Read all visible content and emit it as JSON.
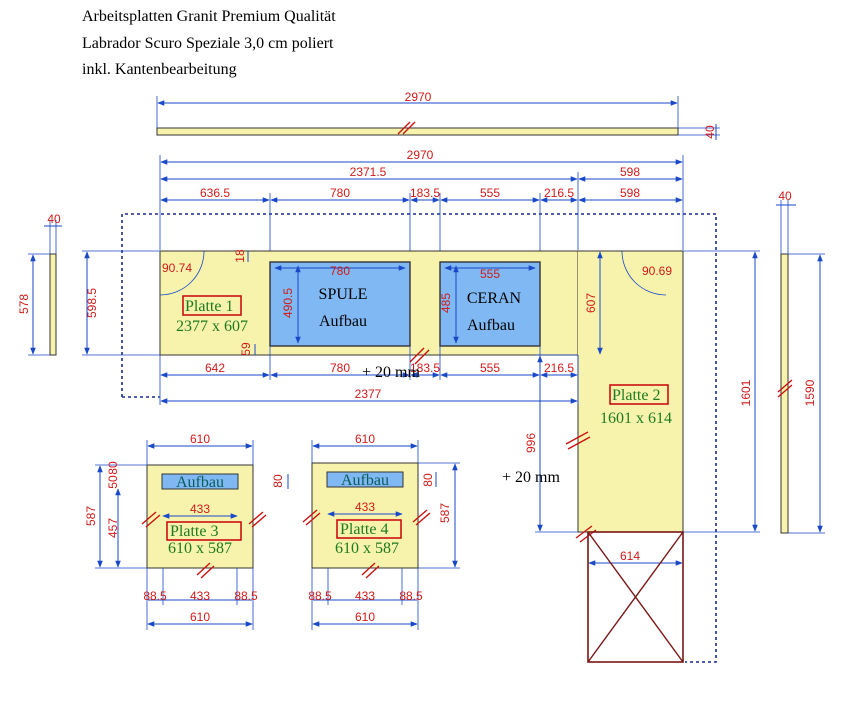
{
  "header": {
    "line1": "Arbeitsplatten Granit Premium Qualität",
    "line2": "Labrador Scuro Speziale 3,0 cm poliert",
    "line3": "inkl. Kantenbearbeitung"
  },
  "colors": {
    "slab_fill": "#f7f3ad",
    "cutout_fill": "#7fb8f2",
    "dim_text": "#d11a1a",
    "dim_line": "#1a49c8",
    "label_border": "#cc1111",
    "label_text": "#1f7a1f",
    "outline_dotted": "#1a2b8c",
    "box_outline": "#7a1616"
  },
  "edge_strip_top": {
    "length": "2970",
    "thickness": "40"
  },
  "edge_strip_right": {
    "width": "40",
    "length": "1590"
  },
  "edge_strip_left": {
    "width": "40",
    "length": "578"
  },
  "top_dims": {
    "total": "2970",
    "run_left": "2371.5",
    "run_right": "598",
    "segments": [
      "636.5",
      "780",
      "183.5",
      "555",
      "216.5",
      "598"
    ]
  },
  "platte1": {
    "label": "Platte 1",
    "size": "2377 x 607",
    "corner_angle": "90.74",
    "depth_outer": "598.5",
    "offset_top": "18",
    "offset_bottom": "59",
    "bottom_segments": [
      "642",
      "780",
      "183.5",
      "555",
      "216.5"
    ],
    "bottom_total": "2377",
    "extra": "+ 20 mm"
  },
  "spule": {
    "title": "SPULE",
    "subtitle": "Aufbau",
    "width": "780",
    "depth": "490.5"
  },
  "ceran": {
    "title": "CERAN",
    "subtitle": "Aufbau",
    "width": "555",
    "depth": "485"
  },
  "platte2": {
    "label": "Platte 2",
    "size": "1601 x 614",
    "corner_angle": "90.69",
    "depth_607": "607",
    "length": "1601",
    "inner_996": "996",
    "width": "614",
    "extra": "+ 20 mm"
  },
  "platte3": {
    "label": "Platte 3",
    "size": "610 x 587",
    "aufbau": "Aufbau",
    "width": "610",
    "inner_width": "433",
    "depth": "587",
    "depth_457": "457",
    "top_80": "80",
    "top_50": "50",
    "right_80": "80",
    "bottom_segments": [
      "88.5",
      "433",
      "88.5"
    ],
    "bottom_total": "610"
  },
  "platte4": {
    "label": "Platte 4",
    "size": "610 x 587",
    "aufbau": "Aufbau",
    "width": "610",
    "inner_width": "433",
    "depth": "587",
    "right_80": "80",
    "bottom_segments": [
      "88.5",
      "433",
      "88.5"
    ],
    "bottom_total": "610"
  }
}
